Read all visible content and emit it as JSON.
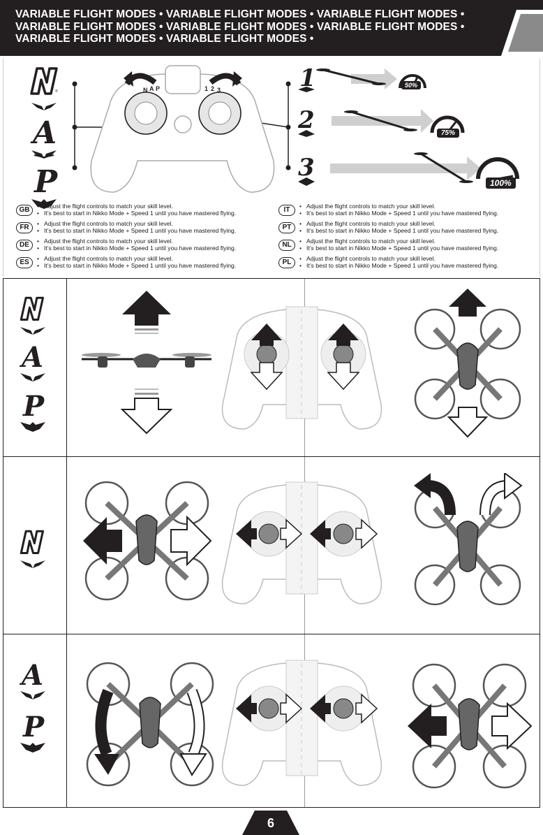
{
  "header": {
    "lines": [
      "VARIABLE FLIGHT MODES • VARIABLE FLIGHT MODES • VARIABLE FLIGHT MODES •",
      "VARIABLE FLIGHT MODES • VARIABLE FLIGHT MODES • VARIABLE FLIGHT MODES •",
      "VARIABLE FLIGHT MODES • VARIABLE FLIGHT MODES •"
    ]
  },
  "modes": {
    "letters": [
      "A",
      "P"
    ],
    "controller_left_labels": [
      "N",
      "A",
      "P"
    ],
    "controller_right_labels": [
      "1",
      "2",
      "3"
    ]
  },
  "speeds": [
    {
      "number": "1",
      "percent": "50%"
    },
    {
      "number": "2",
      "percent": "75%"
    },
    {
      "number": "3",
      "percent": "100%"
    }
  ],
  "languages_left": [
    {
      "code": "GB",
      "line1": "Adjust the flight controls to match your skill level.",
      "line2": "It’s best to start in Nikko Mode + Speed 1 until you have mastered flying."
    },
    {
      "code": "FR",
      "line1": "Adjust the flight controls to match your skill level.",
      "line2": "It’s best to start in Nikko Mode + Speed 1 until you have mastered flying."
    },
    {
      "code": "DE",
      "line1": "Adjust the flight controls to match your skill level.",
      "line2": "It’s best to start in Nikko Mode + Speed 1 until you have mastered flying."
    },
    {
      "code": "ES",
      "line1": "Adjust the flight controls to match your skill level.",
      "line2": "It’s best to start in Nikko Mode + Speed 1 until you have mastered flying."
    }
  ],
  "languages_right": [
    {
      "code": "IT",
      "line1": "Adjust the flight controls to match your skill level.",
      "line2": "It’s best to start in Nikko Mode + Speed 1 until you have mastered flying."
    },
    {
      "code": "PT",
      "line1": "Adjust the flight controls to match your skill level.",
      "line2": "It’s best to start in Nikko Mode + Speed 1 until you have mastered flying."
    },
    {
      "code": "NL",
      "line1": "Adjust the flight controls to match your skill level.",
      "line2": "It’s best to start in Nikko Mode + Speed 1 until you have mastered flying."
    },
    {
      "code": "PL",
      "line1": "Adjust the flight controls to match your skill level.",
      "line2": "It’s best to start in Nikko Mode + Speed 1 until you have mastered flying."
    }
  ],
  "page": {
    "number": "6"
  },
  "colors": {
    "dark": "#231f20",
    "grey": "#b3b3b3",
    "light": "#e6e6e6"
  }
}
